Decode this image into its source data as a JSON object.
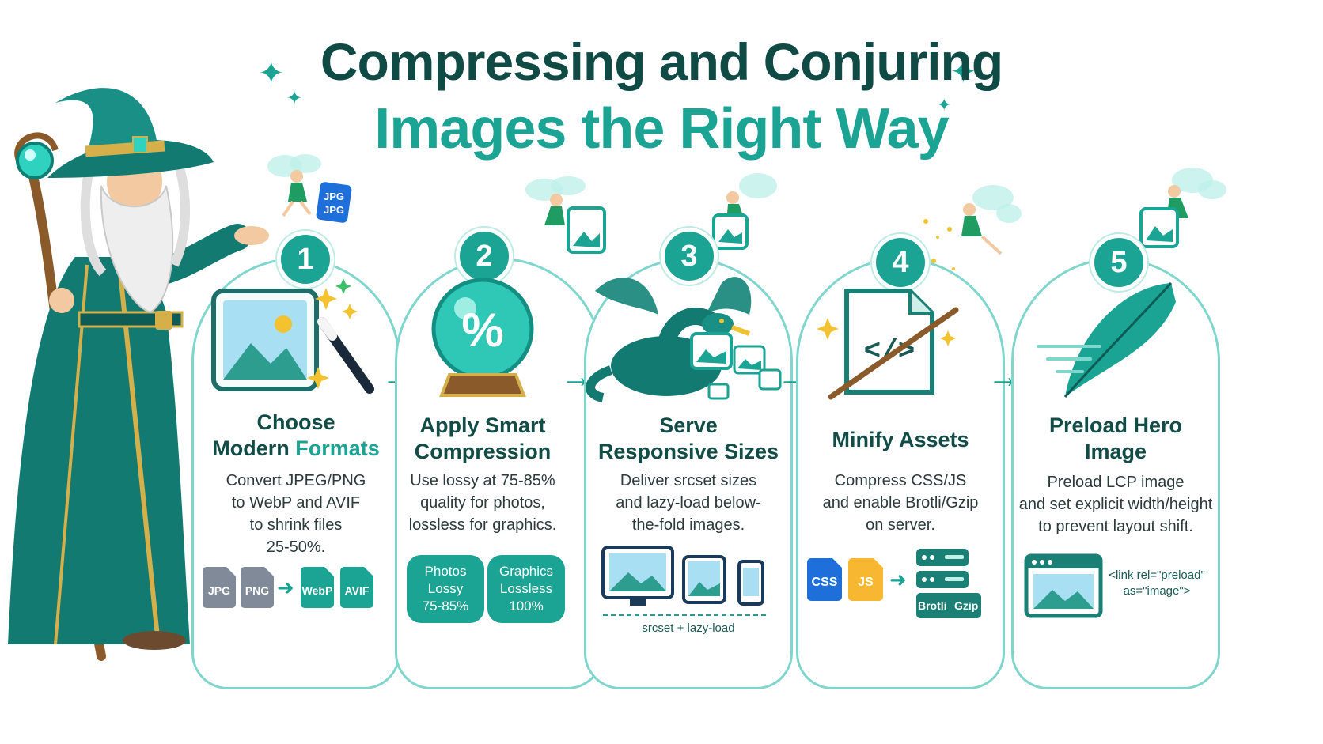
{
  "title": {
    "line1": "Compressing and Conjuring",
    "line2": "Images the Right Way"
  },
  "colors": {
    "primary_dark": "#0f4a45",
    "accent_teal": "#1ba394",
    "light_teal": "#7fd6cc",
    "gold": "#f2c230",
    "js_yellow": "#f7b731",
    "css_blue": "#1e6fd9"
  },
  "illustrations": {
    "wizard": "wizard-icon",
    "fairies": "fairy-icon",
    "jpg_card": {
      "label1": "JPG",
      "label2": "JPG"
    }
  },
  "steps": [
    {
      "number": "1",
      "heading_line1": "Choose",
      "heading_line2a": "Modern ",
      "heading_line2b": "Formats",
      "description_lines": [
        "Convert JPEG/PNG",
        "to WebP and AVIF",
        "to shrink files",
        "25-50%."
      ],
      "formats": [
        "JPG",
        "PNG",
        "WebP",
        "AVIF"
      ]
    },
    {
      "number": "2",
      "heading_line1": "Apply Smart",
      "heading_line2": "Compression",
      "crystal_symbol": "%",
      "description_lines": [
        "Use lossy at 75-85%",
        "quality for photos,",
        "lossless for graphics."
      ],
      "pills": [
        {
          "line1": "Photos",
          "line2": "Lossy",
          "line3": "75-85%"
        },
        {
          "line1": "Graphics",
          "line2": "Lossless",
          "line3": "100%"
        }
      ]
    },
    {
      "number": "3",
      "heading_line1": "Serve",
      "heading_line2": "Responsive Sizes",
      "description_lines": [
        "Deliver srcset sizes",
        "and lazy-load below-",
        "the-fold images."
      ],
      "caption": "srcset + lazy-load"
    },
    {
      "number": "4",
      "heading_line1": "Minify Assets",
      "code_symbol": "</>",
      "description_lines": [
        "Compress CSS/JS",
        "and enable Brotli/Gzip",
        "on server."
      ],
      "files": [
        "CSS",
        "JS"
      ],
      "server_labels": [
        "Brotli",
        "Gzip"
      ]
    },
    {
      "number": "5",
      "heading_line1": "Preload Hero",
      "heading_line2": "Image",
      "description_lines": [
        "Preload LCP image",
        "and set explicit width/height",
        "to prevent layout shift."
      ],
      "code_line1": "<link rel=\"preload\"",
      "code_line2": "as=\"image\">"
    }
  ],
  "arrows": [
    "→",
    "→",
    "→",
    "→"
  ]
}
